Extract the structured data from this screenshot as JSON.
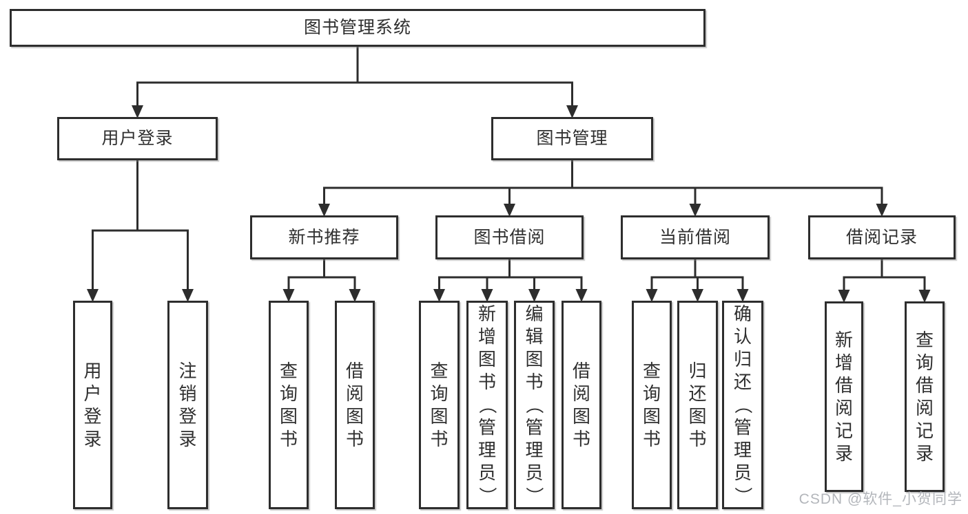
{
  "diagram_title": "图书管理系统",
  "watermark": "CSDN @软件_小贺同学",
  "tree": {
    "id": "library-system",
    "label": "图书管理系统",
    "children": [
      {
        "id": "user-login",
        "label": "用户登录",
        "children": [
          {
            "id": "user-login-action",
            "label": "用户登录",
            "children": []
          },
          {
            "id": "logout-action",
            "label": "注销登录",
            "children": []
          }
        ]
      },
      {
        "id": "book-management",
        "label": "图书管理",
        "children": [
          {
            "id": "new-book-recommend",
            "label": "新书推荐",
            "children": [
              {
                "id": "nbr-query-books",
                "label": "查询图书",
                "children": []
              },
              {
                "id": "nbr-borrow-books",
                "label": "借阅图书",
                "children": []
              }
            ]
          },
          {
            "id": "book-borrowing",
            "label": "图书借阅",
            "children": [
              {
                "id": "bb-query-books",
                "label": "查询图书",
                "children": []
              },
              {
                "id": "bb-add-books-admin",
                "label": "新增图书（管理员）",
                "children": []
              },
              {
                "id": "bb-edit-books-admin",
                "label": "编辑图书（管理员）",
                "children": []
              },
              {
                "id": "bb-borrow-books",
                "label": "借阅图书",
                "children": []
              }
            ]
          },
          {
            "id": "current-borrowing",
            "label": "当前借阅",
            "children": [
              {
                "id": "cb-query-books",
                "label": "查询图书",
                "children": []
              },
              {
                "id": "cb-return-books",
                "label": "归还图书",
                "children": []
              },
              {
                "id": "cb-confirm-return-admin",
                "label": "确认归还（管理员）",
                "children": []
              }
            ]
          },
          {
            "id": "borrowing-records",
            "label": "借阅记录",
            "children": [
              {
                "id": "br-add-record",
                "label": "新增借阅记录",
                "children": []
              },
              {
                "id": "br-query-record",
                "label": "查询借阅记录",
                "children": []
              }
            ]
          }
        ]
      }
    ]
  }
}
